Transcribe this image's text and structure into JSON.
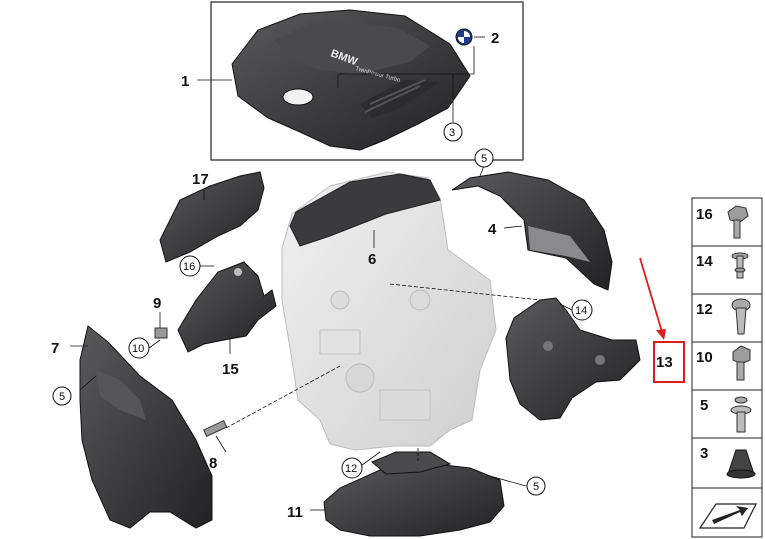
{
  "callouts": [
    {
      "id": "c1",
      "label": "1"
    },
    {
      "id": "c2",
      "label": "2"
    },
    {
      "id": "c3",
      "label": "3"
    },
    {
      "id": "c4",
      "label": "4"
    },
    {
      "id": "c5a",
      "label": "5"
    },
    {
      "id": "c5b",
      "label": "5"
    },
    {
      "id": "c5c",
      "label": "5"
    },
    {
      "id": "c6",
      "label": "6"
    },
    {
      "id": "c7",
      "label": "7"
    },
    {
      "id": "c8",
      "label": "8"
    },
    {
      "id": "c9",
      "label": "9"
    },
    {
      "id": "c10",
      "label": "10"
    },
    {
      "id": "c11",
      "label": "11"
    },
    {
      "id": "c12",
      "label": "12"
    },
    {
      "id": "c13",
      "label": "13"
    },
    {
      "id": "c14",
      "label": "14"
    },
    {
      "id": "c15",
      "label": "15"
    },
    {
      "id": "c16",
      "label": "16"
    },
    {
      "id": "c17",
      "label": "17"
    }
  ],
  "cover": {
    "brand": "BMW",
    "subtitle": "TwinPower Turbo"
  },
  "legend": [
    {
      "label": "16",
      "icon": "flange-bolt-icon"
    },
    {
      "label": "14",
      "icon": "expanding-rivet-icon"
    },
    {
      "label": "12",
      "icon": "screw-icon"
    },
    {
      "label": "10",
      "icon": "hex-bolt-icon"
    },
    {
      "label": "5",
      "icon": "clip-rivet-icon"
    },
    {
      "label": "3",
      "icon": "rubber-grommet-icon"
    },
    {
      "label": "",
      "icon": "arrow-icon"
    }
  ],
  "colors": {
    "highlight": "#e01b1b",
    "part_dark": "#3a3a3c",
    "engine": "#e6e6e6"
  }
}
